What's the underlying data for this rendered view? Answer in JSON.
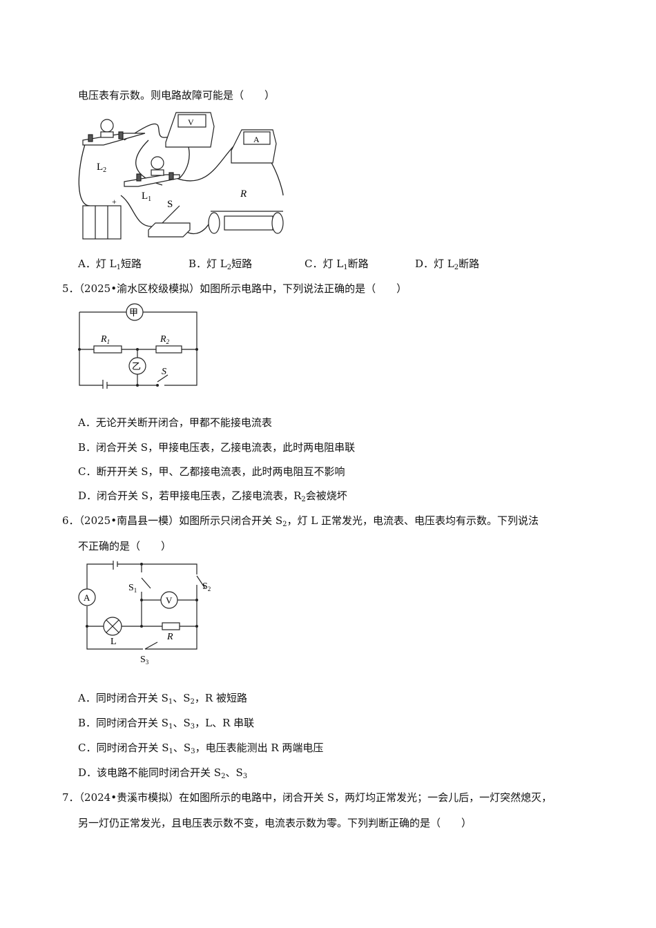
{
  "q4": {
    "stem_tail": "电压表有示数。则电路故障可能是（　　）",
    "figure_labels": {
      "L2": "L",
      "L2_sub": "2",
      "L1": "L",
      "L1_sub": "1",
      "S": "S",
      "R": "R",
      "V": "V",
      "A": "A"
    },
    "options": [
      [
        [
          "A．灯 L"
        ],
        {
          "sub": "1"
        },
        [
          "短路"
        ]
      ],
      [
        [
          "B．灯 L"
        ],
        {
          "sub": "2"
        },
        [
          "短路"
        ]
      ],
      [
        [
          "C．灯 L"
        ],
        {
          "sub": "1"
        },
        [
          "断路"
        ]
      ],
      [
        [
          "D．灯 L"
        ],
        {
          "sub": "2"
        },
        [
          "断路"
        ]
      ]
    ]
  },
  "q5": {
    "stem": [
      [
        "5．（2025•渝水区校级模拟）如图所示电路中，下列说法正确的是（　　）"
      ]
    ],
    "figure_labels": {
      "jia": "甲",
      "yi": "乙",
      "R1": "R",
      "R1_sub": "1",
      "R2": "R",
      "R2_sub": "2",
      "S": "S"
    },
    "options": [
      [
        [
          "A．无论开关断开闭合，甲都不能接电流表"
        ]
      ],
      [
        [
          "B．闭合开关 S，甲接电压表，乙接电流表，此时两电阻串联"
        ]
      ],
      [
        [
          "C．断开开关 S，甲、乙都接电流表，此时两电阻互不影响"
        ]
      ],
      [
        [
          "D．闭合开关 S，若甲接电压表，乙接电流表，R"
        ],
        {
          "sub": "2"
        },
        [
          "会被烧坏"
        ]
      ]
    ]
  },
  "q6": {
    "stem1": [
      [
        "6．（2025•南昌县一模）如图所示只闭合开关 S"
      ],
      {
        "sub": "2"
      },
      [
        "，灯 L 正常发光，电流表、电压表均有示数。下列说法"
      ]
    ],
    "stem2": [
      [
        "不正确的是（　　）"
      ]
    ],
    "figure_labels": {
      "A": "A",
      "V": "V",
      "L": "L",
      "R": "R",
      "S1": "S",
      "S1_sub": "1",
      "S2": "S",
      "S2_sub": "2",
      "S3": "S",
      "S3_sub": "3"
    },
    "options": [
      [
        [
          "A．同时闭合开关 S"
        ],
        {
          "sub": "1"
        },
        [
          "、S"
        ],
        {
          "sub": "2"
        },
        [
          "，R 被短路"
        ]
      ],
      [
        [
          "B．同时闭合开关 S"
        ],
        {
          "sub": "1"
        },
        [
          "、S"
        ],
        {
          "sub": "3"
        },
        [
          "，L、R 串联"
        ]
      ],
      [
        [
          "C．同时闭合开关 S"
        ],
        {
          "sub": "1"
        },
        [
          "、S"
        ],
        {
          "sub": "3"
        },
        [
          "，电压表能测出 R 两端电压"
        ]
      ],
      [
        [
          "D．该电路不能同时闭合开关 S"
        ],
        {
          "sub": "2"
        },
        [
          "、S"
        ],
        {
          "sub": "3"
        }
      ]
    ]
  },
  "q7": {
    "stem1": [
      [
        "7．（2024•贵溪市模拟）在如图所示的电路中，闭合开关 S，两灯均正常发光；一会儿后，一灯突然熄灭，"
      ]
    ],
    "stem2": [
      [
        "另一灯仍正常发光，且电压表示数不变，电流表示数为零。下列判断正确的是（　　）"
      ]
    ]
  }
}
